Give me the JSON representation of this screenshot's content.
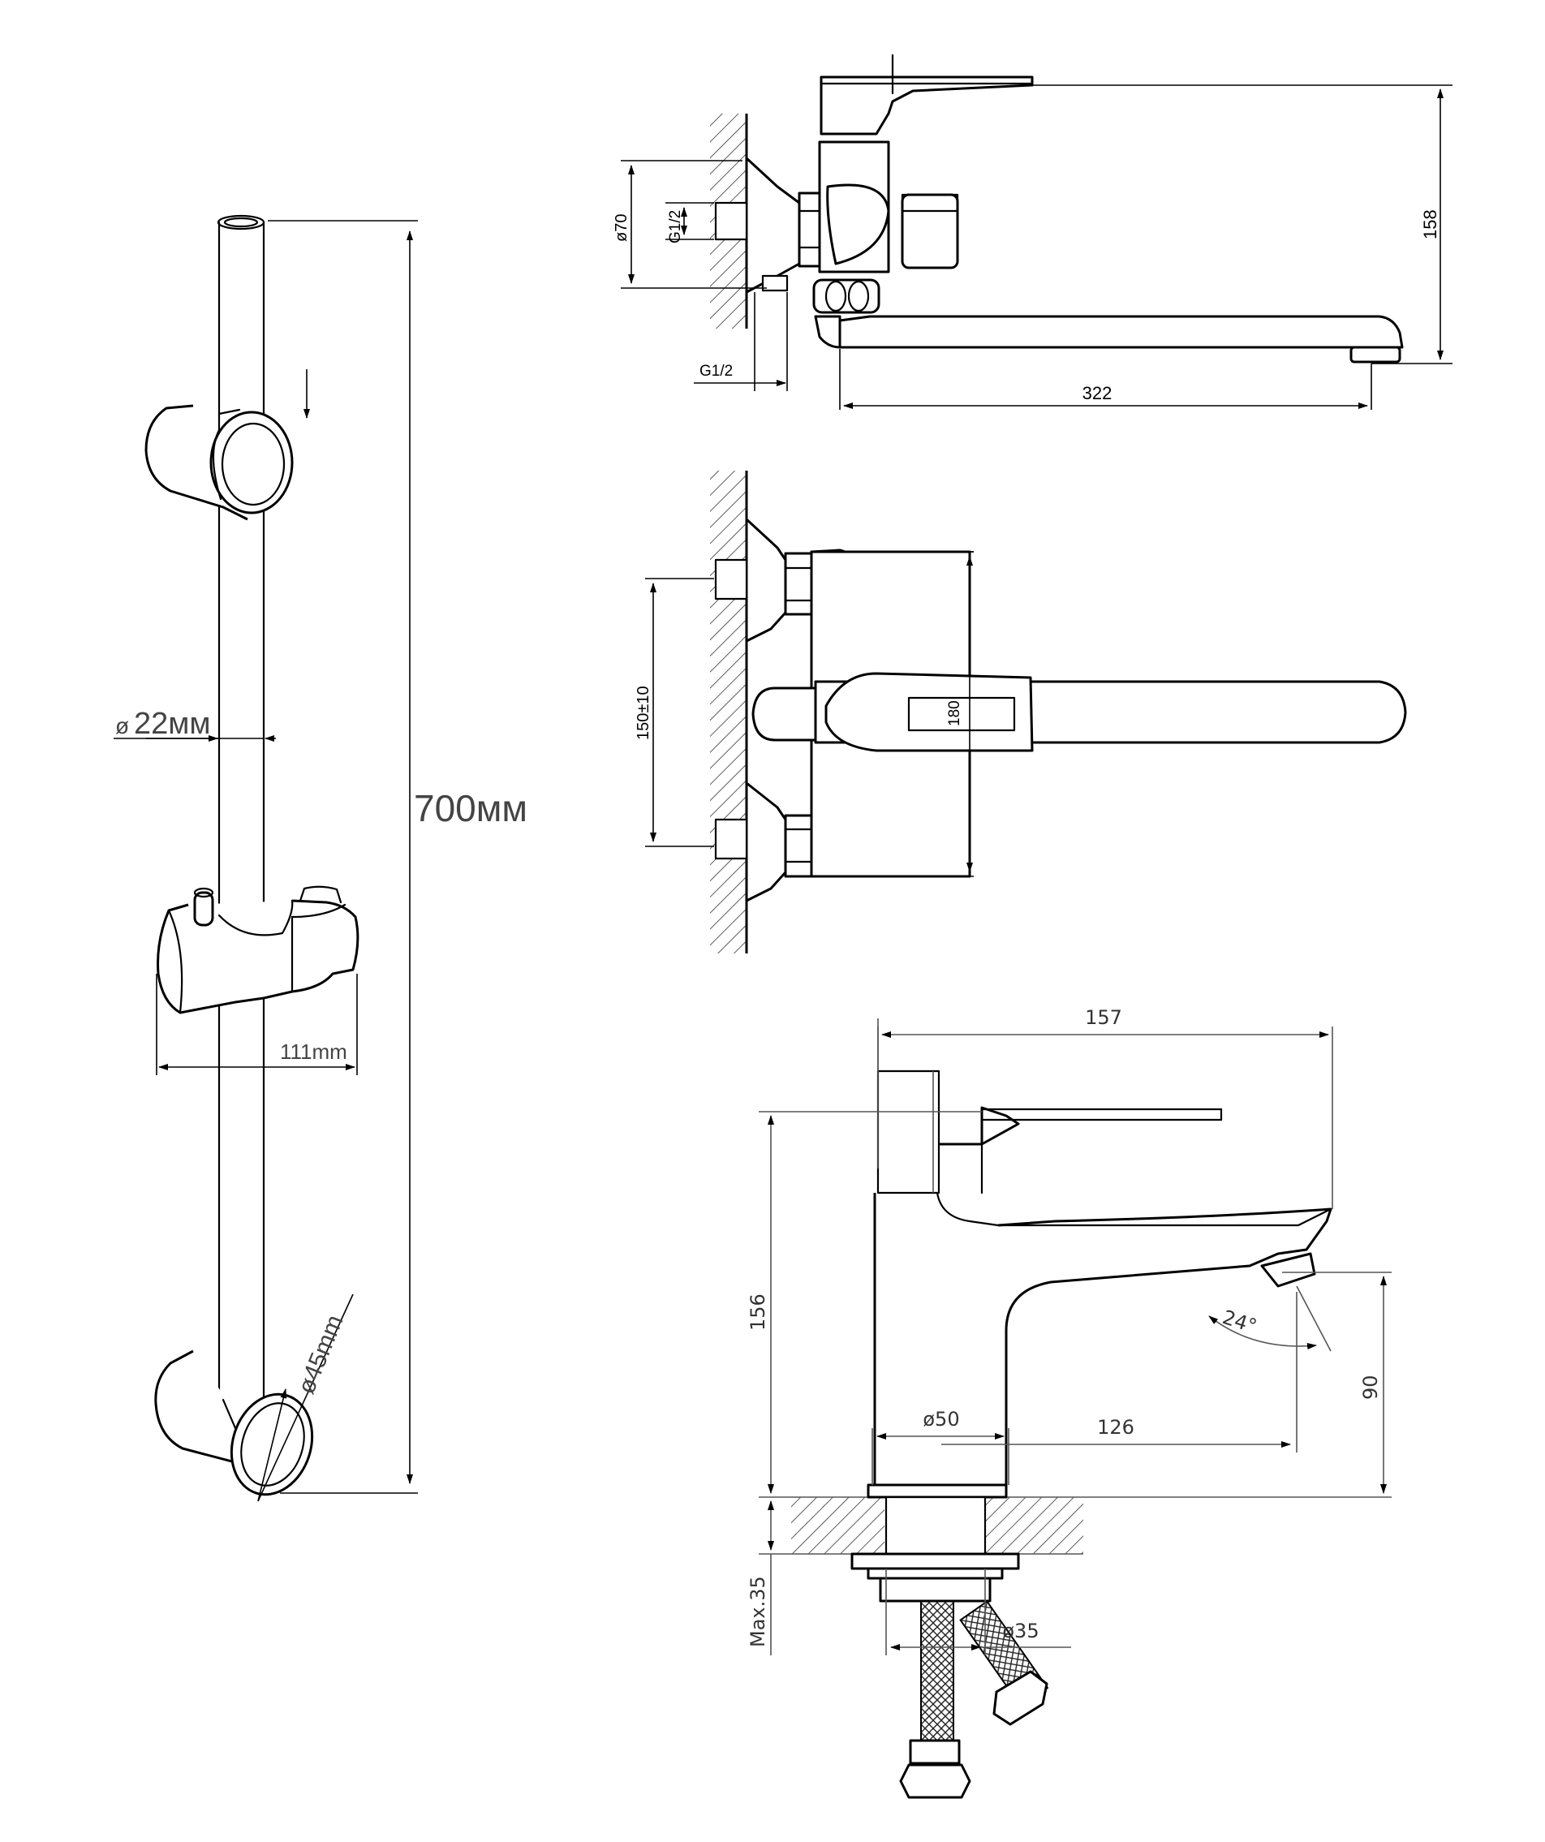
{
  "shower_rail": {
    "length": "700мм",
    "rod_diameter": "22мм",
    "holder_width": "111mm",
    "bracket_diameter": "45mm",
    "diameter_symbol": "ø"
  },
  "bath_mixer_side": {
    "flange_diameter": "ø70",
    "inlet_thread": "G1/2",
    "wall_thread": "G1/2",
    "spout_reach": "322",
    "height": "158"
  },
  "bath_mixer_top": {
    "inlet_spacing": "150±10",
    "body_width": "180"
  },
  "basin_mixer": {
    "total_length": "157",
    "total_height": "156",
    "spout_height": "90",
    "spout_reach": "126",
    "base_diameter": "ø50",
    "spout_angle": "24°",
    "deck_thickness": "Max.35",
    "hole_diameter": "ø35"
  }
}
